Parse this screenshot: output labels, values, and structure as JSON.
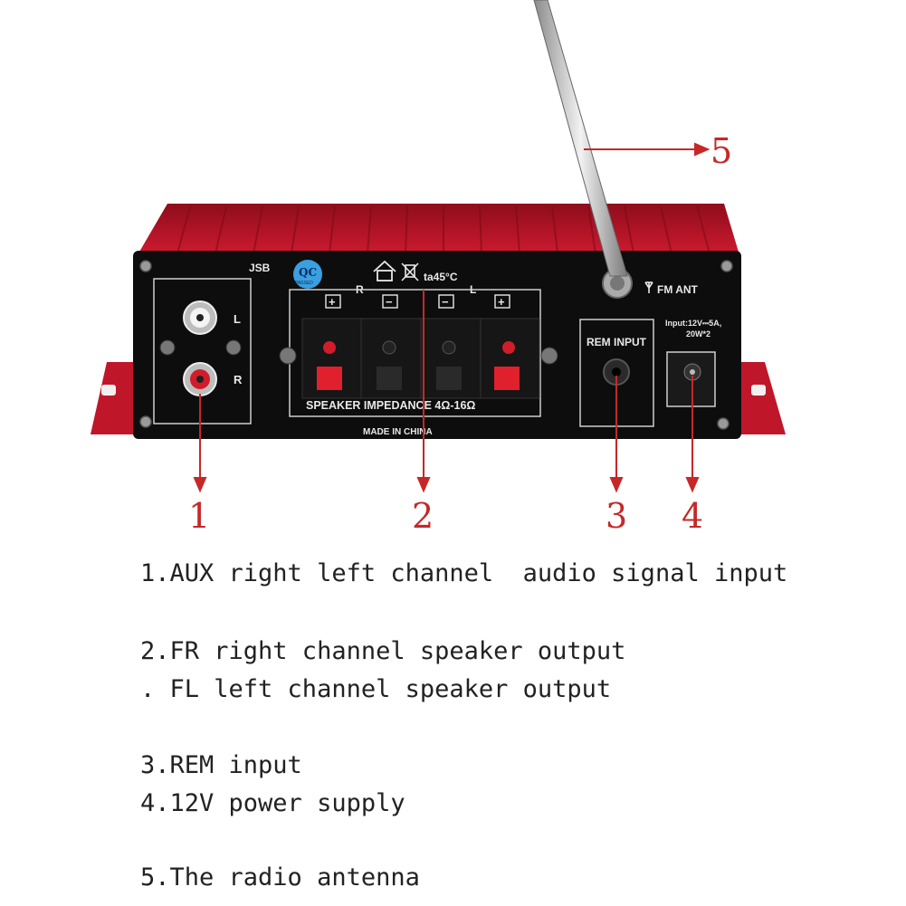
{
  "device": {
    "top_labels": {
      "jsb": "JSB",
      "r": "R",
      "l": "L",
      "temp": "ta45°C",
      "qc": "QC",
      "qc_sub": "PASSED"
    },
    "aux": {
      "label_l": "L",
      "label_r": "R"
    },
    "speaker": {
      "terminals": [
        "+",
        "−",
        "−",
        "+"
      ],
      "impedance": "SPEAKER IMPEDANCE  4Ω-16Ω"
    },
    "made_in": "MADE IN CHINA",
    "rem": {
      "label": "REM INPUT"
    },
    "power": {
      "spec_line1": "Input:12V⎓5A,",
      "spec_line2": "20W*2"
    },
    "antenna": {
      "label": "FM ANT"
    }
  },
  "callouts": [
    "1",
    "2",
    "3",
    "4",
    "5"
  ],
  "descriptions": [
    "1.AUX right left channel  audio signal input",
    "2.FR right channel speaker output",
    ". FL left channel speaker output",
    "3.REM input",
    "4.12V power supply",
    "5.The radio antenna"
  ],
  "colors": {
    "body_red": "#c0162a",
    "panel_black": "#0d0d0d",
    "callout_red": "#c62828",
    "text": "#222222"
  }
}
